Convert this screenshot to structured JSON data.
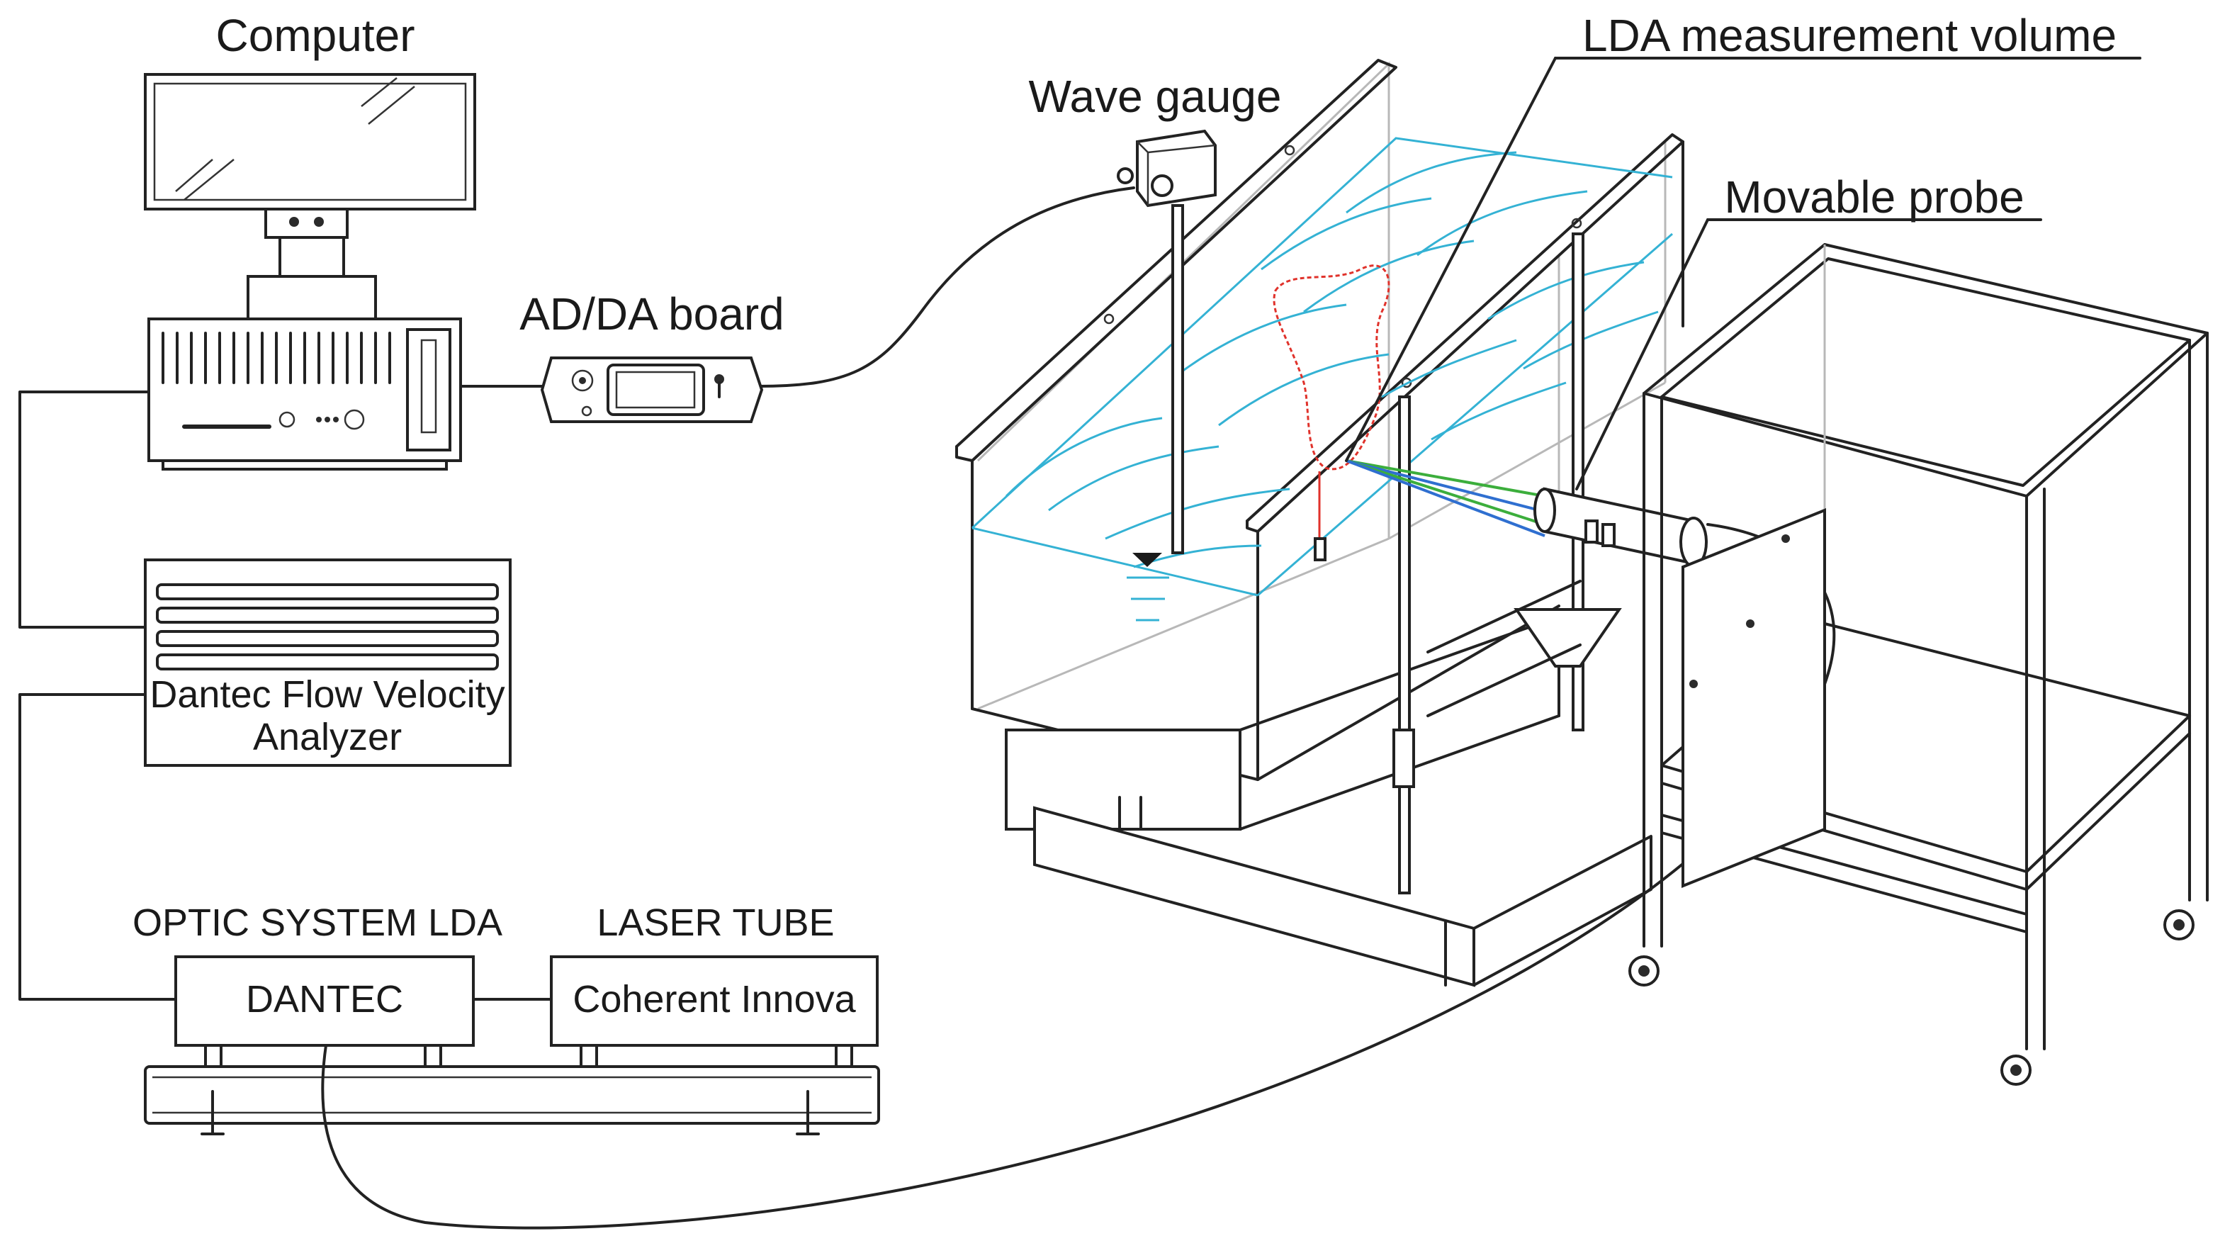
{
  "labels": {
    "computer": "Computer",
    "wave_gauge": "Wave gauge",
    "lda_volume": "LDA measurement volume",
    "movable_probe": "Movable probe",
    "adda_board": "AD/DA board",
    "analyzer_line1": "Dantec Flow Velocity",
    "analyzer_line2": "Analyzer",
    "optic_system": "OPTIC SYSTEM LDA",
    "laser_tube": "LASER TUBE",
    "dantec": "DANTEC",
    "coherent": "Coherent Innova"
  },
  "colors": {
    "line": "#222222",
    "water": "#34b2d4",
    "probe_sample": "#e0322b",
    "beam_green": "#3cae3c",
    "beam_blue": "#2f6fd0"
  }
}
